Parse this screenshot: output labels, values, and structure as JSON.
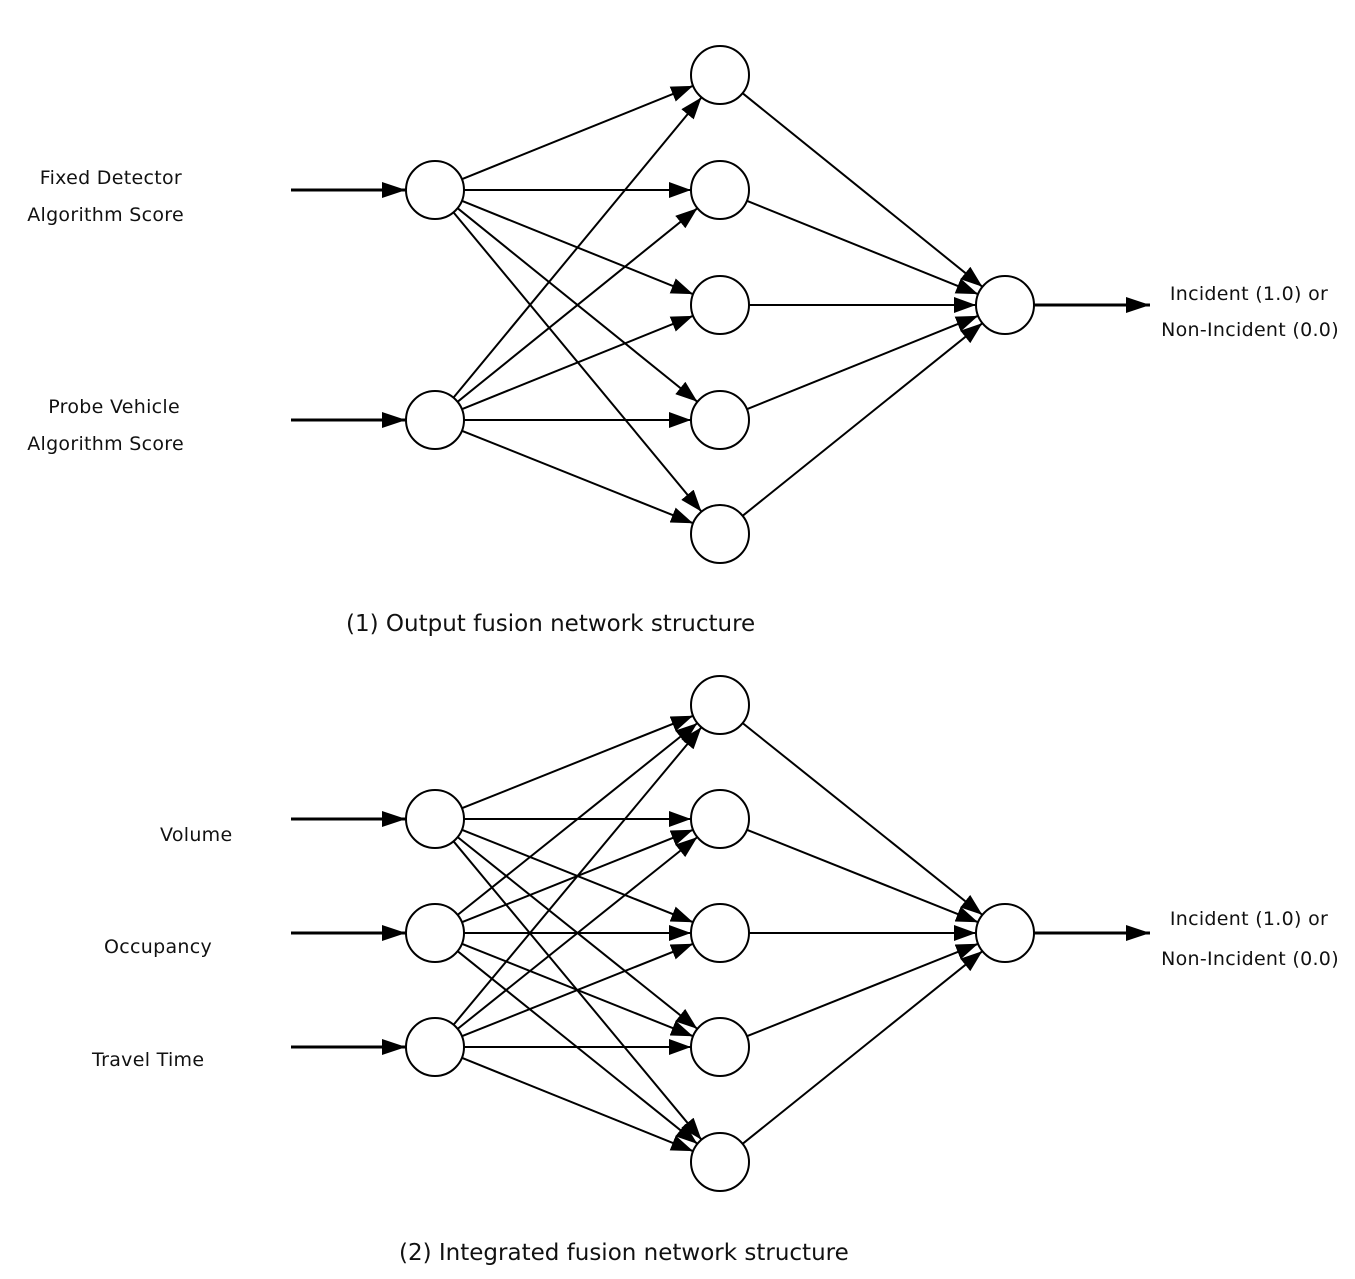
{
  "networks": [
    {
      "id": "output-fusion",
      "caption": "(1) Output fusion network structure",
      "inputs": [
        {
          "line1": "Fixed Detector",
          "line2": "Algorithm Score"
        },
        {
          "line1": "Probe Vehicle",
          "line2": "Algorithm Score"
        }
      ],
      "hidden_count": 5,
      "output": {
        "line1": "Incident (1.0) or",
        "line2": "Non-Incident (0.0)"
      }
    },
    {
      "id": "integrated-fusion",
      "caption": "(2) Integrated fusion network structure",
      "inputs": [
        {
          "line1": "Volume"
        },
        {
          "line1": "Occupancy"
        },
        {
          "line1": "Travel Time"
        }
      ],
      "hidden_count": 5,
      "output": {
        "line1": "Incident (1.0) or",
        "line2": "Non-Incident (0.0)"
      }
    }
  ],
  "colors": {
    "stroke": "#000000",
    "node_fill": "#ffffff",
    "background": "#ffffff"
  }
}
